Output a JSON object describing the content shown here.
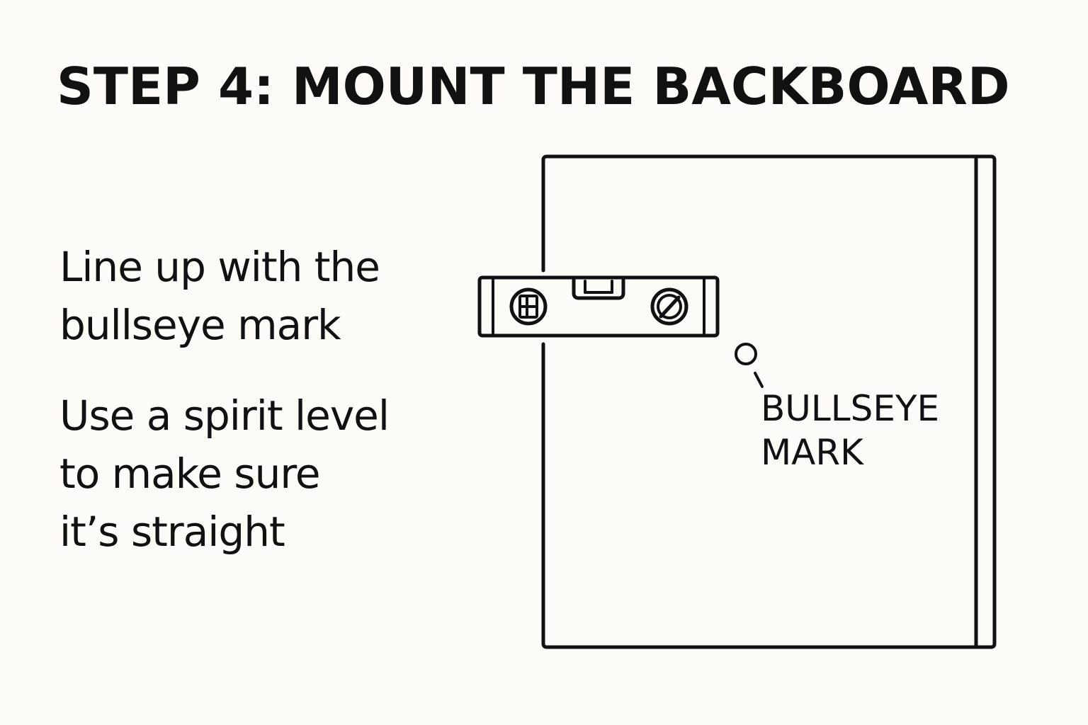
{
  "title": "STEP 4: MOUNT THE BACKBOARD",
  "instructions": [
    {
      "lines": [
        "Line up with the",
        "bullseye mark"
      ]
    },
    {
      "lines": [
        "Use a spirit level",
        "to make sure",
        "it’s straight"
      ]
    }
  ],
  "bullseye_label": {
    "lines": [
      "BULLSEYE",
      "MARK"
    ]
  },
  "colors": {
    "background": "#fdfcf9",
    "ink": "#111111"
  }
}
